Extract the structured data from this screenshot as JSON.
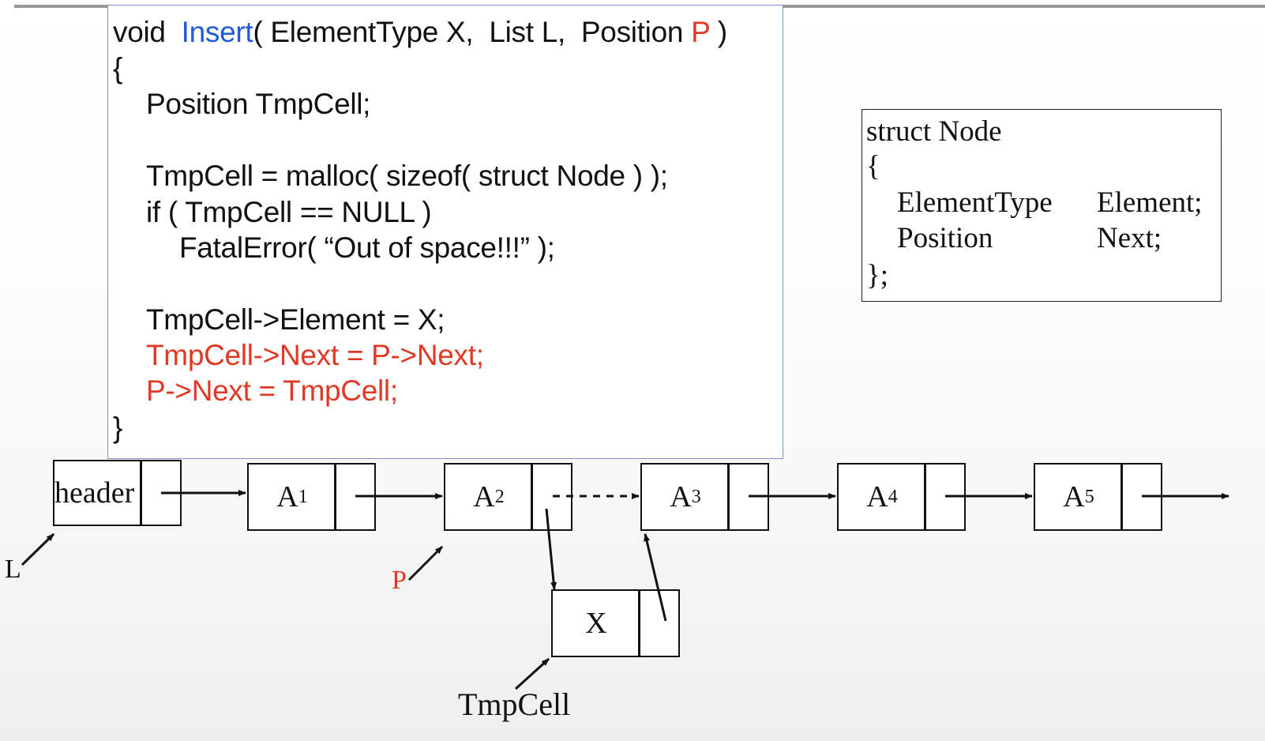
{
  "code": {
    "signature": {
      "kw": "void",
      "fn": "Insert",
      "params": "( ElementType X,  List L,  Position ",
      "p": "P",
      "end": " )"
    },
    "open_brace": "{",
    "decl": "Position TmpCell;",
    "malloc": "TmpCell = malloc( sizeof( struct Node ) );",
    "if": "if ( TmpCell == NULL )",
    "fatal": "FatalError( “Out of space!!!” );",
    "assign_element": "TmpCell->Element = X;",
    "assign_next": "TmpCell->Next = P->Next;",
    "assign_p": "P->Next = TmpCell;",
    "close_brace": "}"
  },
  "struct": {
    "line1": "struct Node",
    "line2": "{",
    "field1_type": "ElementType",
    "field1_name": "Element;",
    "field2_type": "Position",
    "field2_name": "Next;",
    "line5": "};"
  },
  "list": {
    "header": "header",
    "nodes": [
      {
        "base": "A",
        "sub": "1"
      },
      {
        "base": "A",
        "sub": "2"
      },
      {
        "base": "A",
        "sub": "3"
      },
      {
        "base": "A",
        "sub": "4"
      },
      {
        "base": "A",
        "sub": "5"
      }
    ],
    "new_node": "X"
  },
  "labels": {
    "L": "L",
    "P": "P",
    "TmpCell": "TmpCell"
  },
  "colors": {
    "keyword_blue": "#1f5bdc",
    "highlight_red": "#e03a26",
    "code_border": "#7c95c9"
  }
}
